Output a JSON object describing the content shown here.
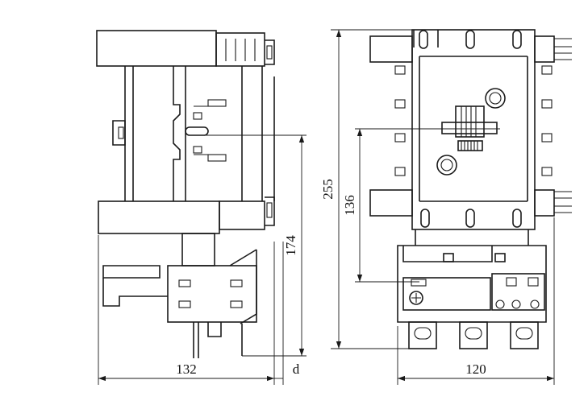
{
  "dimensions": {
    "side_width": "132",
    "offset": "d",
    "side_height": "174",
    "front_height_total": "255",
    "front_height_mount": "136",
    "front_width": "120"
  },
  "arrow_style": "filled"
}
